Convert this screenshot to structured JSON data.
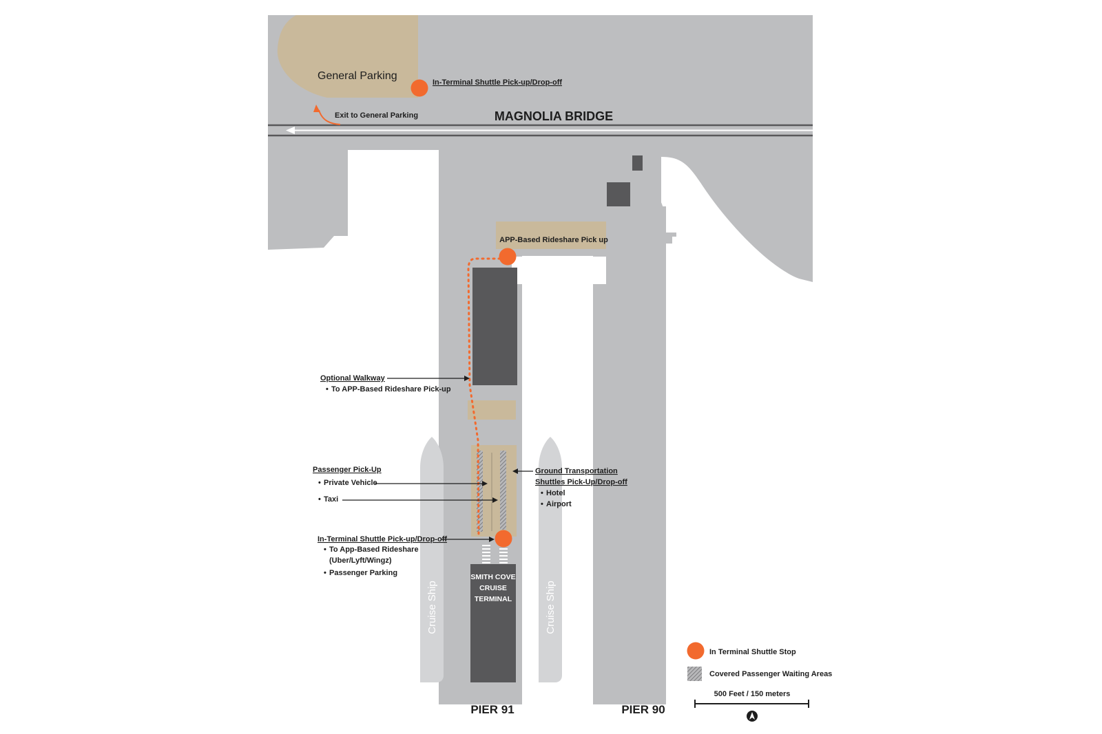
{
  "labels": {
    "general_parking": "General Parking",
    "shuttle_top": "In-Terminal Shuttle Pick-up/Drop-off",
    "exit_parking": "Exit to General Parking",
    "bridge": "MAGNOLIA BRIDGE",
    "rideshare": "APP-Based Rideshare Pick up",
    "optional_walkway": "Optional Walkway",
    "optional_walkway_item": "To APP-Based Rideshare Pick-up",
    "passenger_pickup": "Passenger Pick-Up",
    "private_vehicle": "Private Vehicle",
    "taxi": "Taxi",
    "ground_transport_1": "Ground Transportation",
    "ground_transport_2": "Shuttles Pick-Up/Drop-off",
    "hotel": "Hotel",
    "airport": "Airport",
    "shuttle_bottom": "In-Terminal Shuttle  Pick-up/Drop-off",
    "to_rideshare": "To App-Based Rideshare",
    "rideshare_brands": "(Uber/Lyft/Wingz)",
    "passenger_parking": "Passenger Parking",
    "terminal_1": "SMITH COVE",
    "terminal_2": "CRUISE",
    "terminal_3": "TERMINAL",
    "cruise_ship_left": "Cruise Ship",
    "cruise_ship_right": "Cruise Ship",
    "pier91": "PIER 91",
    "pier90": "PIER 90"
  },
  "legend": {
    "shuttle_stop": "In Terminal Shuttle Stop",
    "waiting_areas": "Covered Passenger Waiting Areas",
    "scale": "500 Feet / 150 meters"
  },
  "colors": {
    "land": "#bdbec0",
    "parking": "#c9b99b",
    "building": "#58585a",
    "shuttle_stop": "#f26a2e",
    "road": "#58585a",
    "ship": "#d3d4d6"
  },
  "icons": {
    "north": "north-arrow-icon",
    "shuttle": "shuttle-stop-icon"
  }
}
